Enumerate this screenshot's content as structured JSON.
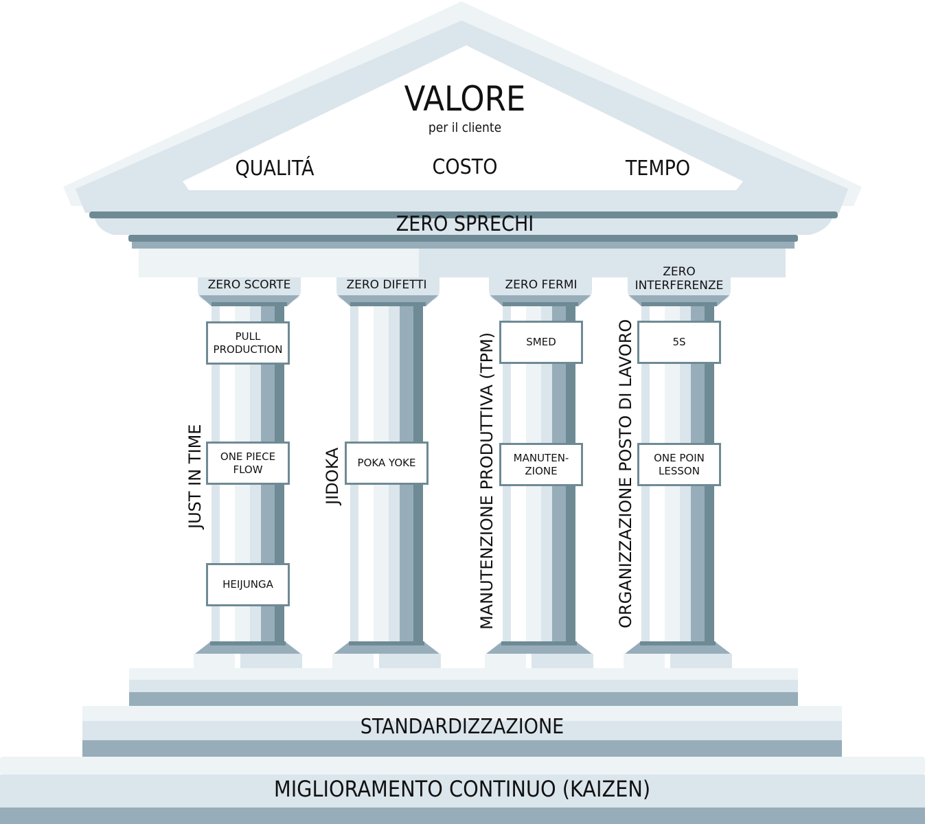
{
  "roof": {
    "title": "VALORE",
    "subtitle": "per il cliente",
    "goals": [
      "QUALITÁ",
      "COSTO",
      "TEMPO"
    ]
  },
  "beam": {
    "label": "ZERO SPRECHI"
  },
  "pillars": [
    {
      "capital": "ZERO SCORTE",
      "vertical_label": "JUST IN TIME",
      "boxes": [
        "PULL\nPRODUCTION",
        "ONE PIECE\nFLOW",
        "HEIJUNGA"
      ]
    },
    {
      "capital": "ZERO DIFETTI",
      "vertical_label": "JIDOKA",
      "boxes": [
        "POKA YOKE"
      ]
    },
    {
      "capital": "ZERO FERMI",
      "vertical_label": "MANUTENZIONE PRODUTTIVA (TPM)",
      "boxes": [
        "SMED",
        "MANUTEN-\nZIONE"
      ]
    },
    {
      "capital": "ZERO\nINTERFERENZE",
      "vertical_label": "ORGANIZZAZIONE POSTO DI LAVORO",
      "boxes": [
        "5S",
        "ONE POIN\nLESSON"
      ]
    }
  ],
  "base": {
    "step2": "STANDARDIZZAZIONE",
    "step3": "MIGLIORAMENTO CONTINUO (KAIZEN)"
  },
  "colors": {
    "lightest": "#eef3f6",
    "light": "#dbe5ec",
    "mid": "#97adba",
    "dark": "#6e8a94",
    "white": "#ffffff"
  }
}
